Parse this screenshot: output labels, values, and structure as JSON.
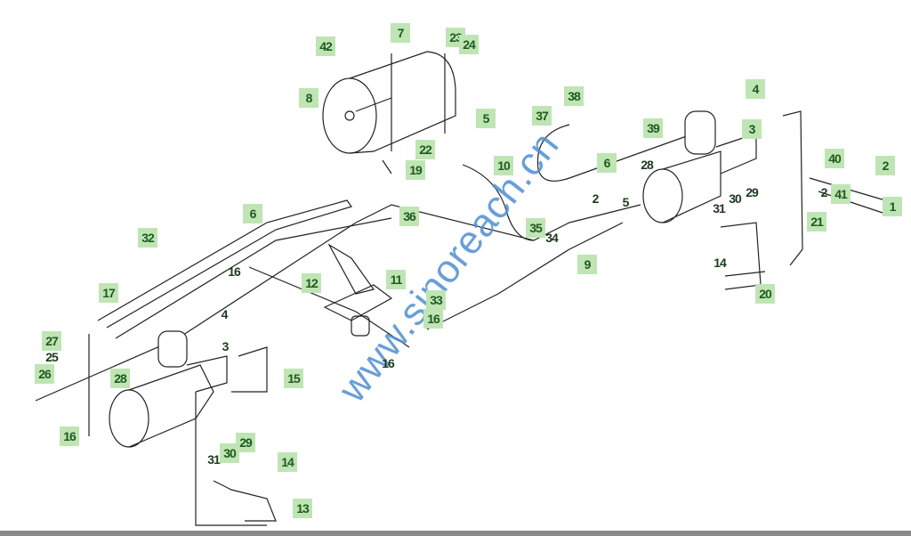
{
  "diagram": {
    "watermark": "www.sinoreach.cn",
    "label_color": "#1f5a1f",
    "label_box_color": "#bfe5b4",
    "labels": [
      {
        "text": "42",
        "boxed": true
      },
      {
        "text": "7",
        "boxed": true
      },
      {
        "text": "23",
        "boxed": true
      },
      {
        "text": "24",
        "boxed": true
      },
      {
        "text": "8",
        "boxed": true
      },
      {
        "text": "5",
        "boxed": true
      },
      {
        "text": "22",
        "boxed": true
      },
      {
        "text": "19",
        "boxed": true
      },
      {
        "text": "10",
        "boxed": true
      },
      {
        "text": "38",
        "boxed": true
      },
      {
        "text": "37",
        "boxed": true
      },
      {
        "text": "39",
        "boxed": true
      },
      {
        "text": "4",
        "boxed": true
      },
      {
        "text": "3",
        "boxed": true
      },
      {
        "text": "28",
        "boxed": false
      },
      {
        "text": "40",
        "boxed": true
      },
      {
        "text": "2",
        "boxed": true
      },
      {
        "text": "2",
        "boxed": false
      },
      {
        "text": "41",
        "boxed": true
      },
      {
        "text": "1",
        "boxed": true
      },
      {
        "text": "21",
        "boxed": true
      },
      {
        "text": "6",
        "boxed": true
      },
      {
        "text": "2",
        "boxed": false
      },
      {
        "text": "35",
        "boxed": true
      },
      {
        "text": "34",
        "boxed": false
      },
      {
        "text": "5",
        "boxed": false
      },
      {
        "text": "30",
        "boxed": false
      },
      {
        "text": "29",
        "boxed": false
      },
      {
        "text": "31",
        "boxed": false
      },
      {
        "text": "14",
        "boxed": false
      },
      {
        "text": "20",
        "boxed": true
      },
      {
        "text": "6",
        "boxed": true
      },
      {
        "text": "36",
        "boxed": true
      },
      {
        "text": "32",
        "boxed": true
      },
      {
        "text": "9",
        "boxed": true
      },
      {
        "text": "16",
        "boxed": false
      },
      {
        "text": "12",
        "boxed": true
      },
      {
        "text": "11",
        "boxed": true
      },
      {
        "text": "33",
        "boxed": true
      },
      {
        "text": "16",
        "boxed": true
      },
      {
        "text": "17",
        "boxed": true
      },
      {
        "text": "27",
        "boxed": true
      },
      {
        "text": "25",
        "boxed": false
      },
      {
        "text": "26",
        "boxed": true
      },
      {
        "text": "28",
        "boxed": true
      },
      {
        "text": "4",
        "boxed": false
      },
      {
        "text": "3",
        "boxed": false
      },
      {
        "text": "15",
        "boxed": true
      },
      {
        "text": "16",
        "boxed": true
      },
      {
        "text": "16",
        "boxed": false
      },
      {
        "text": "30",
        "boxed": true
      },
      {
        "text": "29",
        "boxed": true
      },
      {
        "text": "31",
        "boxed": false
      },
      {
        "text": "14",
        "boxed": true
      },
      {
        "text": "13",
        "boxed": true
      }
    ]
  }
}
